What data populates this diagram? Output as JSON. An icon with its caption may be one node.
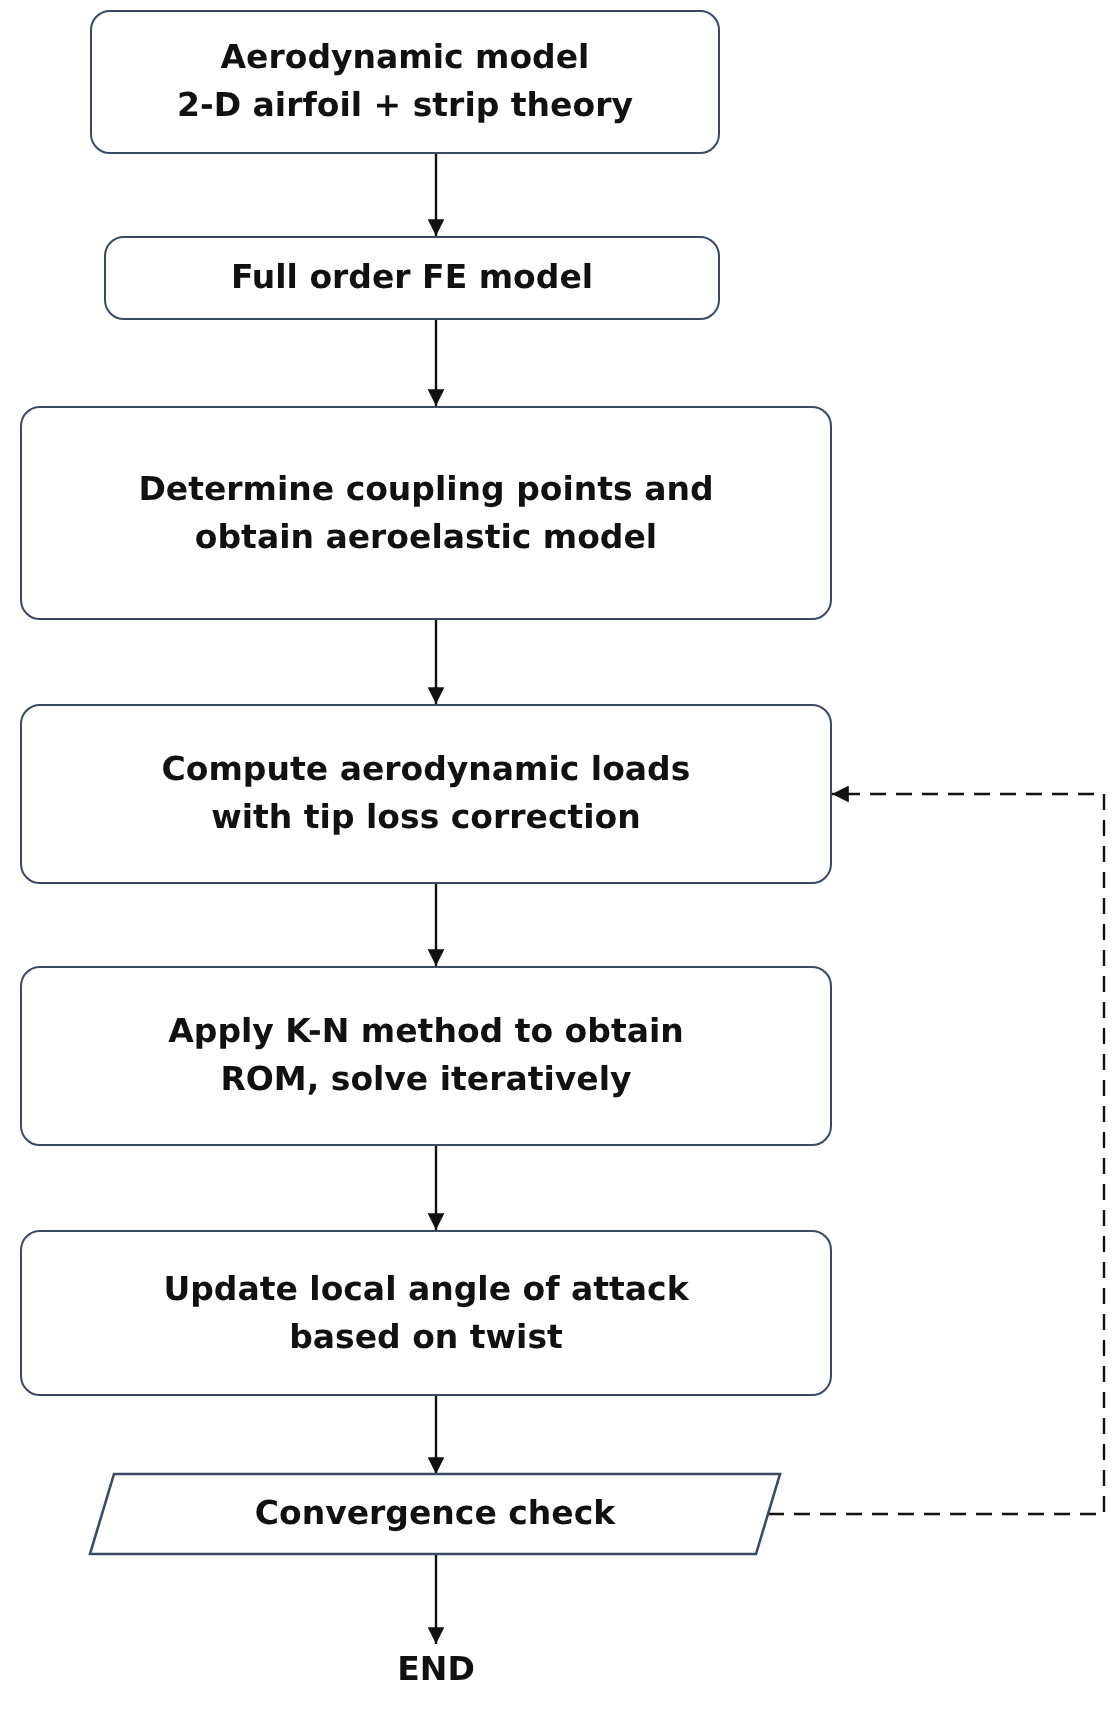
{
  "diagram": {
    "nodes": [
      {
        "text": [
          "Aerodynamic model",
          "2-D airfoil + strip theory"
        ]
      },
      {
        "text": [
          "Full order FE model"
        ]
      },
      {
        "text": [
          "Determine coupling points and obtain aeroelastic model"
        ]
      },
      {
        "text": [
          "Compute aerodynamic loads with tip loss correction"
        ]
      },
      {
        "text": [
          "Apply K-N method to obtain ROM, solve iteratively"
        ]
      },
      {
        "text": [
          "Update local angle of attack based on twist"
        ]
      },
      {
        "text": [
          "Convergence check"
        ]
      },
      {
        "text": [
          "END"
        ]
      }
    ],
    "edges": [
      {
        "from": 0,
        "to": 1,
        "arrow": "to"
      },
      {
        "from": 1,
        "to": 2,
        "arrow": "to"
      },
      {
        "from": 2,
        "to": 3,
        "arrow": "to"
      },
      {
        "from": 3,
        "to": 4,
        "arrow": "to"
      },
      {
        "from": 4,
        "to": 5,
        "arrow": "to"
      },
      {
        "from": 5,
        "to": 6,
        "arrow": "to"
      },
      {
        "from": 6,
        "to": 7,
        "arrow": "to"
      },
      {
        "from": 6,
        "to": 3,
        "arrow": "to",
        "style": "dashed"
      }
    ]
  }
}
